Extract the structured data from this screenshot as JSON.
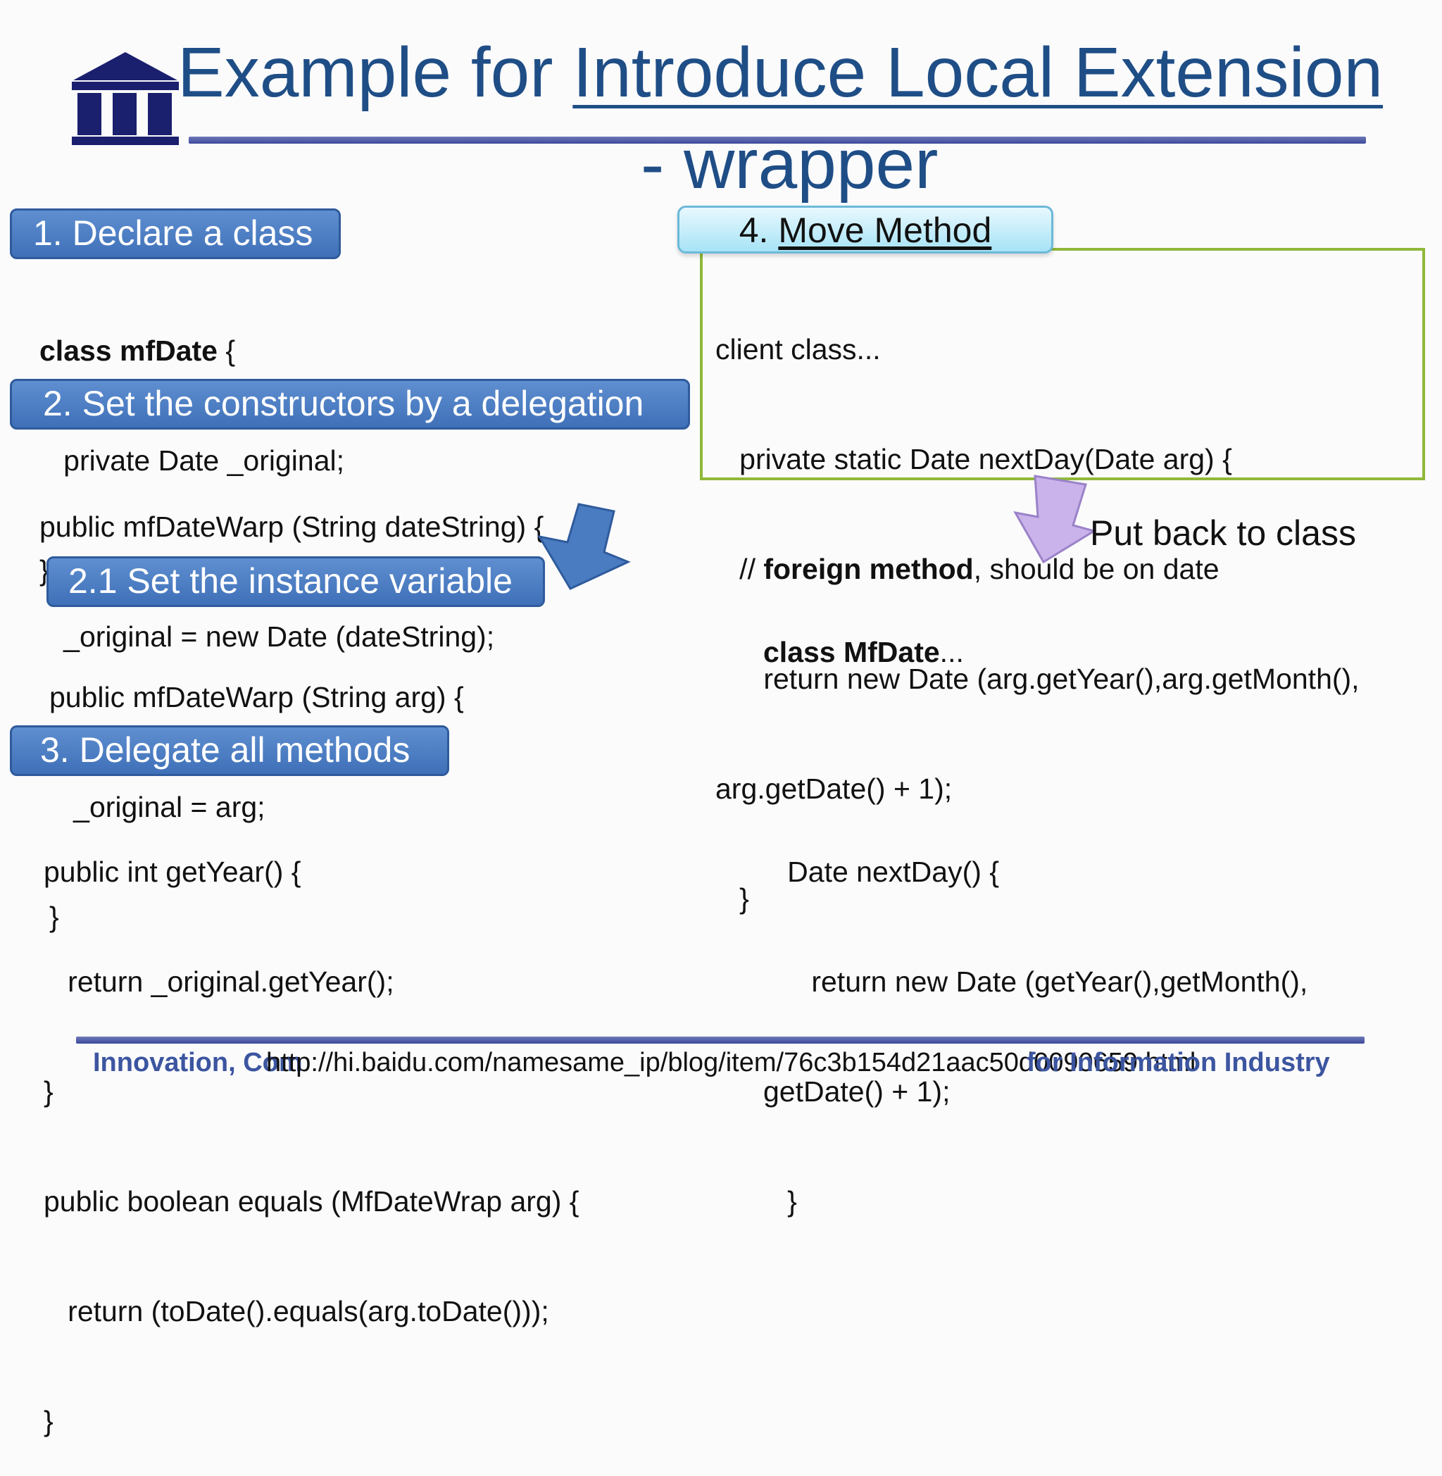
{
  "title": {
    "prefix": "Example for ",
    "linked": "Introduce Local Extension",
    "line2": "- wrapper"
  },
  "steps": {
    "s1": {
      "label": "1. Declare a class",
      "code": [
        {
          "bold": "class mfDate",
          "rest": " {"
        },
        {
          "text": "   private Date _original;"
        },
        {
          "text": "}"
        }
      ]
    },
    "s2": {
      "label": "2. Set the constructors by a delegation",
      "code": [
        "public mfDateWarp (String dateString) {",
        "   _original = new Date (dateString);",
        "} ;"
      ]
    },
    "s21": {
      "label": "2.1 Set the instance variable",
      "code": [
        "public mfDateWarp (String arg) {",
        "   _original = arg;",
        "}"
      ]
    },
    "s3": {
      "label": "3. Delegate all methods",
      "code": [
        "public int getYear() {",
        "   return _original.getYear();",
        "}",
        "public boolean equals (MfDateWrap arg) {",
        "   return (toDate().equals(arg.toDate()));",
        "}"
      ]
    },
    "s4": {
      "label_prefix": "4. ",
      "label_link": "Move Method",
      "code": {
        "l1": "client class...",
        "l2": "   private static Date nextDay(Date arg) {",
        "l3_pre": "   // ",
        "l3_bold": "foreign method",
        "l3_post": ", should be on date",
        "l4": "      return new Date (arg.getYear(),arg.getMonth(),",
        "l5": "arg.getDate() + 1);",
        "l6": "   }"
      }
    }
  },
  "put_back": "Put back to class",
  "result": {
    "bold": "class MfDate",
    "rest": "...",
    "lines": [
      "",
      "   Date nextDay() {",
      "      return new Date (getYear(),getMonth(),",
      "getDate() + 1);",
      "   }"
    ]
  },
  "footer": {
    "left_text": "Innovation, Com",
    "url": "http://hi.baidu.com/namesame_ip/blog/item/76c3b154d21aac50d0090659.html",
    "right_text": "for Information Industry"
  },
  "colors": {
    "title": "#1f4e86",
    "step_box": "#4a7cc2",
    "move_box": "#bfeaf8",
    "green_border": "#8fb83a",
    "arrow_blue": "#4a7cc2",
    "arrow_purple": "#c9b3ea"
  }
}
